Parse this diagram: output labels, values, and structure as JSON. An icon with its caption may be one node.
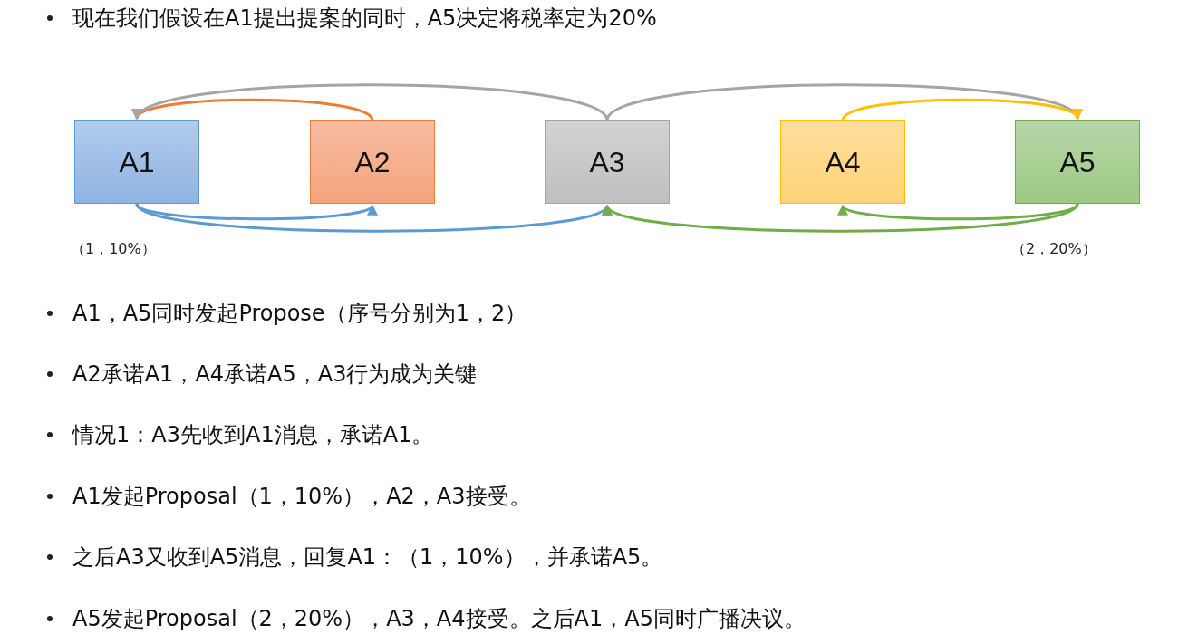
{
  "diagram": {
    "nodes": [
      {
        "text": [
          "A1"
        ],
        "beside": [
          "（1，10%）"
        ]
      },
      {
        "text": [
          "A2"
        ]
      },
      {
        "text": [
          "A3"
        ]
      },
      {
        "text": [
          "A4"
        ]
      },
      {
        "text": [
          "A5"
        ],
        "beside": [
          "（2，20%）"
        ]
      }
    ],
    "edges": [
      {
        "from": 1,
        "to": 0,
        "arrow": "to",
        "color": "#ed7d31"
      },
      {
        "from": 2,
        "to": 0,
        "arrow": "to",
        "color": "#a5a5a5"
      },
      {
        "from": 2,
        "to": 4,
        "arrow": "to",
        "color": "#a5a5a5"
      },
      {
        "from": 3,
        "to": 4,
        "arrow": "to",
        "color": "#ffc000"
      },
      {
        "from": 0,
        "to": 1,
        "arrow": "to",
        "color": "#5b9bd5"
      },
      {
        "from": 0,
        "to": 2,
        "arrow": "to",
        "color": "#5b9bd5"
      },
      {
        "from": 4,
        "to": 3,
        "arrow": "to",
        "color": "#70ad47"
      },
      {
        "from": 4,
        "to": 2,
        "arrow": "to",
        "color": "#70ad47"
      }
    ],
    "labels": [
      "现在我们假设在A1提出提案的同时，A5决定将税率定为20%",
      "A1，A5同时发起Propose（序号分别为1，2）",
      "A2承诺A1，A4承诺A5，A3行为成为关键",
      "情况1：A3先收到A1消息，承诺A1。",
      "A1发起Proposal（1，10%），A2，A3接受。",
      "之后A3又收到A5消息，回复A1：（1，10%），并承诺A5。",
      "A5发起Proposal（2，20%），A3，A4接受。之后A1，A5同时广播决议。"
    ]
  }
}
